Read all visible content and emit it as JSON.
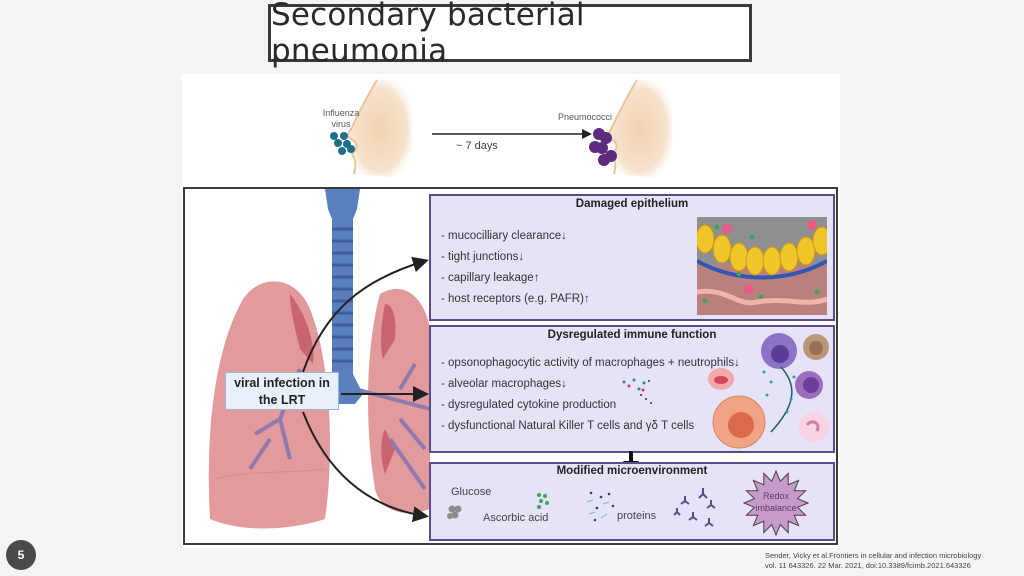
{
  "slide": {
    "title": "Secondary bacterial pneumonia",
    "page_number": "5",
    "citation_line1": "Sender, Vicky et al.Frontiers in cellular and infection microbiology",
    "citation_line2": "vol. 11 643326. 22 Mar. 2021, doi:10.3389/fcimb.2021.643326"
  },
  "top_panel": {
    "left_label_line1": "Influenza",
    "left_label_line2": "virus",
    "arrow_label": "~ 7 days",
    "right_label": "Pneumococci"
  },
  "lungs": {
    "source_label_line1": "viral infection in",
    "source_label_line2": "the LRT"
  },
  "damaged_epithelium": {
    "title": "Damaged epithelium",
    "items": [
      {
        "text": "- mucocilliary clearance",
        "trend": "↓"
      },
      {
        "text": "- tight junctions",
        "trend": "↓"
      },
      {
        "text": "- capillary leakage",
        "trend": "↑"
      },
      {
        "text": "- host receptors (e.g. PAFR)",
        "trend": "↑"
      }
    ]
  },
  "immune_function": {
    "title": "Dysregulated immune function",
    "items": [
      {
        "text": "- opsonophagocytic activity of macrophages + neutrophils",
        "trend": "↓"
      },
      {
        "text": "- alveolar macrophages",
        "trend": "↓"
      },
      {
        "text": "- dysregulated cytokine production",
        "trend": ""
      },
      {
        "text": "- dysfunctional Natural Killer T cells and γδ T cells",
        "trend": ""
      }
    ]
  },
  "microenvironment": {
    "title": "Modified microenvironment",
    "glucose": "Glucose",
    "ascorbic_acid": "Ascorbic acid",
    "proteins": "proteins",
    "redox_line1": "Redox",
    "redox_line2": "imbalance"
  },
  "colors": {
    "box_fill": "#e6e3f8",
    "box_border": "#5b4a8f",
    "lung_pink": "#e39a9d",
    "trachea_blue": "#5a7fbf",
    "virus_teal": "#1f6f8b",
    "pneumococci_purple": "#5e2b7e",
    "redox_fill": "#c79ac9"
  }
}
